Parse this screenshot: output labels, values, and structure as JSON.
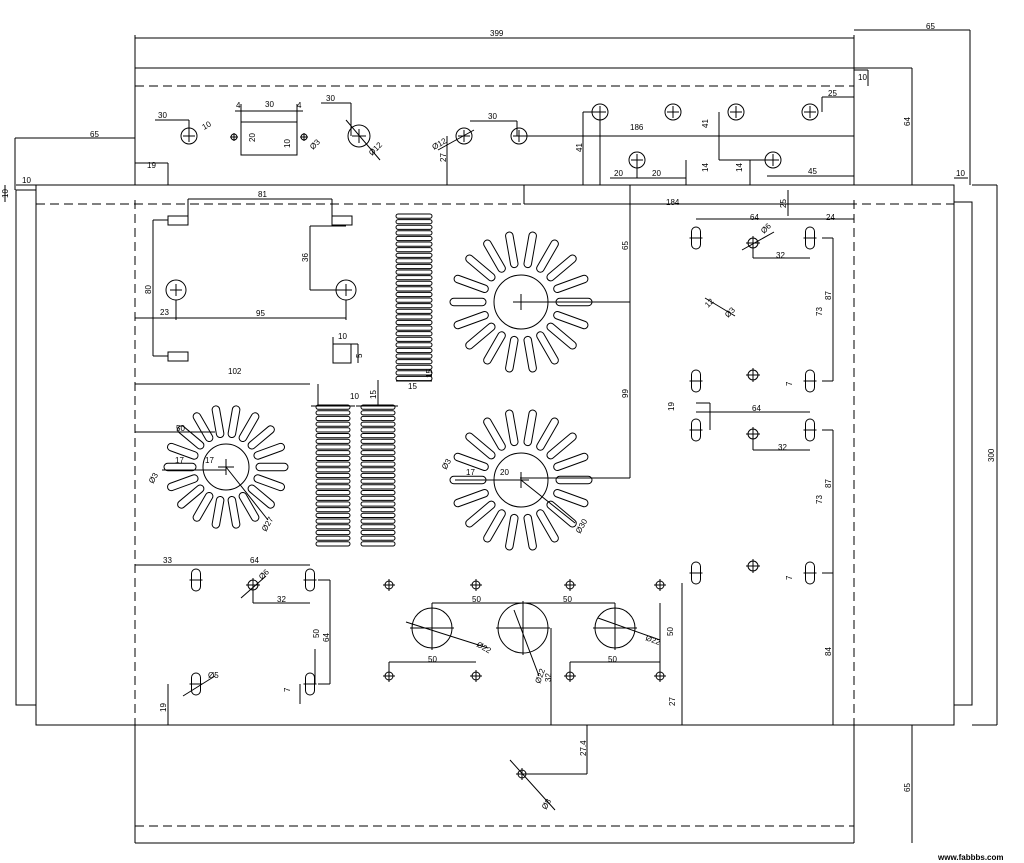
{
  "watermark": "www.fabbbs.com",
  "outer": {
    "d399": "399",
    "d65_top": "65",
    "d10_top": "10",
    "d64_top": "64",
    "d10_topright": "10",
    "d65_left": "65",
    "d10_left": "10",
    "d10_left2": "10",
    "d19_left": "19",
    "d300": "300",
    "d65_bottom": "65"
  },
  "top_flap": {
    "d30_a": "30",
    "d10_a": "10",
    "d4_a": "4",
    "d30_b": "30",
    "d4_b": "4",
    "d20_a": "20",
    "d10_b": "10",
    "dia3": "Ø3",
    "d30_c": "30",
    "dia12_a": "Ø12",
    "dia12_b": "Ø12",
    "d27_a": "27",
    "d30_d": "30",
    "d186": "186",
    "d41_a": "41",
    "d41_b": "41",
    "d20_b": "20",
    "d20_c": "20",
    "d14_a": "14",
    "d14_b": "14",
    "d45": "45",
    "d25_top": "25"
  },
  "panel": {
    "d81": "81",
    "d36": "36",
    "d80": "80",
    "d23": "23",
    "d95": "95",
    "d10_c": "10",
    "d5_a": "5",
    "d102": "102",
    "d15_a": "15",
    "d15_b": "15",
    "d10_d": "10",
    "d15_c": "15",
    "d50_a": "50",
    "d17_a": "17",
    "d17_b": "17",
    "dia3_a": "Ø3",
    "dia27": "Ø27",
    "d65_mid": "65",
    "d99": "99",
    "d17_c": "17",
    "d20_d": "20",
    "dia3_b": "Ø3",
    "dia30": "Ø30",
    "d184": "184",
    "d25_mid": "25",
    "d64_a": "64",
    "d24": "24",
    "dia6_a": "Ø6",
    "d32_a": "32",
    "d87_a": "87",
    "d73_a": "73",
    "dia3_c": "Ø3",
    "d12": "12",
    "d7_a": "7",
    "d19_mid": "19",
    "d64_b": "64",
    "d32_b": "32",
    "d87_b": "87",
    "d73_b": "73",
    "d7_b": "7",
    "d33": "33",
    "d64_c": "64",
    "dia6_b": "Ø6",
    "d32_c": "32",
    "d50_b": "50",
    "d64_d": "64",
    "dia5": "Ø5",
    "d7_c": "7",
    "d19_bot": "19",
    "d50_c": "50",
    "d50_d": "50",
    "dia22_a": "Ø22",
    "dia22_b": "Ø22",
    "d50_e": "50",
    "d50_f": "50",
    "d50_g": "50",
    "d32_d": "32",
    "dia22_c": "Ø22",
    "d27_b": "27",
    "d84": "84",
    "d27_4": "27.4",
    "dia8": "Ø8"
  }
}
